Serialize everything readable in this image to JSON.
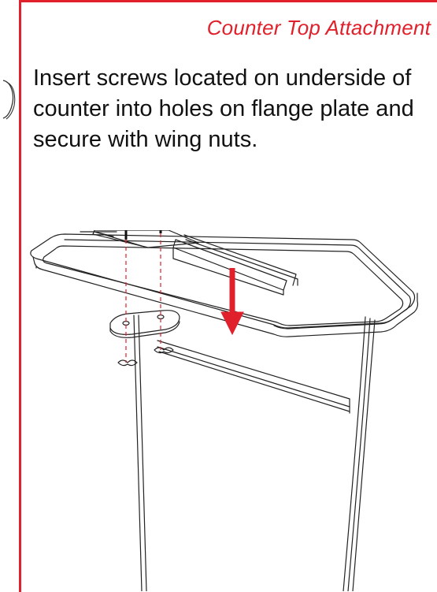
{
  "page": {
    "section_title": "Counter Top Attachment",
    "instruction": "Insert screws located on underside of counter into holes on flange plate and secure with wing nuts."
  },
  "colors": {
    "accent": "#e0202a",
    "line": "#222222",
    "text": "#111111"
  },
  "diagram": {
    "arrow_direction": "down",
    "screw_count": 2,
    "wing_nut_count": 2
  }
}
